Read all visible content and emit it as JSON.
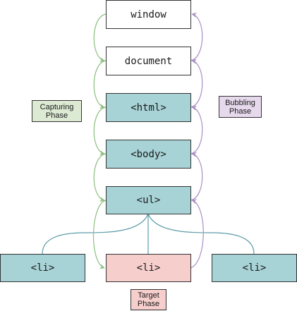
{
  "nodes": {
    "window": "window",
    "document": "document",
    "html": "<html>",
    "body": "<body>",
    "ul": "<ul>",
    "li_left": "<li>",
    "li_target": "<li>",
    "li_right": "<li>"
  },
  "phases": {
    "capturing": "Capturing\nPhase",
    "bubbling": "Bubbling\nPhase",
    "target": "Target\nPhase"
  },
  "colors": {
    "node_fill": "#ffffff",
    "teal_fill": "#a7d3d6",
    "target_fill": "#f6cfcd",
    "capturing_fill": "#dcead3",
    "bubbling_fill": "#e6d9ec",
    "capturing_line": "#8cbf7f",
    "bubbling_line": "#a98ec4",
    "tree_line": "#5a9ca6"
  }
}
